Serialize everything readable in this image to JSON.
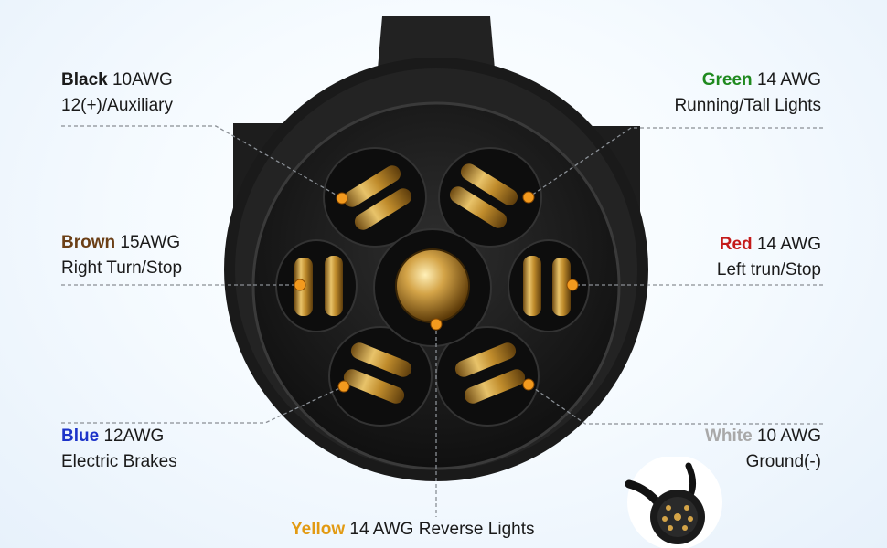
{
  "pins": {
    "black": {
      "color_name": "Black",
      "gauge": " 10AWG",
      "function": "12(+)/Auxiliary",
      "color_hex": "#1a1a1a"
    },
    "green": {
      "color_name": "Green",
      "gauge": " 14 AWG",
      "function": "Running/Tall Lights",
      "color_hex": "#1f8a1f"
    },
    "brown": {
      "color_name": "Brown",
      "gauge": " 15AWG",
      "function": "Right Turn/Stop",
      "color_hex": "#6b3f16"
    },
    "red": {
      "color_name": "Red",
      "gauge": " 14 AWG",
      "function": "Left trun/Stop",
      "color_hex": "#c41a1a"
    },
    "blue": {
      "color_name": "Blue",
      "gauge": " 12AWG",
      "function": "Electric Brakes",
      "color_hex": "#1c33c9"
    },
    "white": {
      "color_name": "White",
      "gauge": " 10 AWG",
      "function": "Ground(-)",
      "color_hex": "#a9a9a9"
    },
    "yellow": {
      "color_name": "Yellow",
      "gauge": " 14 AWG",
      "function": "Reverse Lights",
      "color_hex": "#e29a12"
    }
  },
  "icons": {
    "main": "trailer-connector-7-pin",
    "thumbnail": "connector-plug-thumbnail-icon"
  },
  "colors": {
    "marker": "#f39a1e",
    "leader_line": "#8a8f95",
    "connector_body": "#1b1b1b",
    "brass": "#c9972f"
  }
}
